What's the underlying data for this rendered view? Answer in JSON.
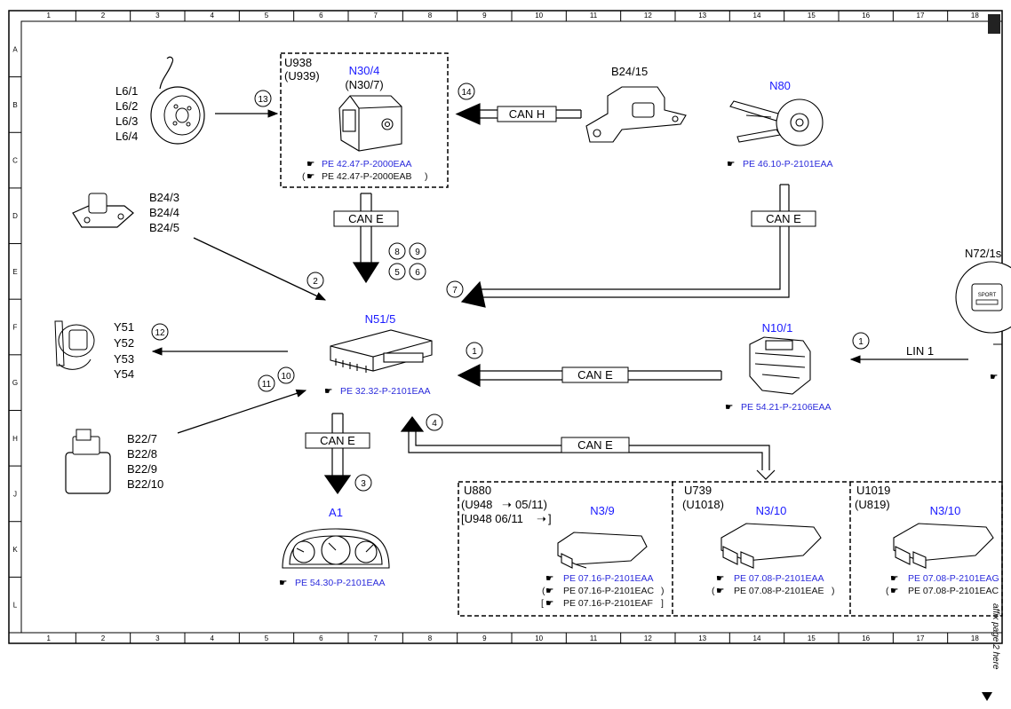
{
  "grid": {
    "columns": [
      "1",
      "2",
      "3",
      "4",
      "5",
      "6",
      "7",
      "8",
      "9",
      "10",
      "11",
      "12",
      "13",
      "14",
      "15",
      "16",
      "17",
      "18"
    ],
    "rows": [
      "A",
      "B",
      "C",
      "D",
      "E",
      "F",
      "G",
      "H",
      "J",
      "K",
      "L"
    ]
  },
  "components": {
    "L6": {
      "labels": [
        "L6/1",
        "L6/2",
        "L6/3",
        "L6/4"
      ]
    },
    "B24_3": {
      "labels": [
        "B24/3",
        "B24/4",
        "B24/5"
      ]
    },
    "Y51": {
      "labels": [
        "Y51",
        "Y52",
        "Y53",
        "Y54"
      ]
    },
    "B22": {
      "labels": [
        "B22/7",
        "B22/8",
        "B22/9",
        "B22/10"
      ]
    },
    "N30": {
      "box_codes": [
        "U938",
        "(U939)"
      ],
      "name": "N30/4",
      "alt": "(N30/7)",
      "refs": [
        "PE 42.47-P-2000EAA",
        "PE 42.47-P-2000EAB"
      ]
    },
    "B24_15": {
      "name": "B24/15"
    },
    "N80": {
      "name": "N80",
      "refs": [
        "PE 46.10-P-2101EAA"
      ]
    },
    "N72": {
      "name": "N72/1s",
      "button_text": "SPORT"
    },
    "N51_5": {
      "name": "N51/5",
      "refs": [
        "PE 32.32-P-2101EAA"
      ]
    },
    "N10_1": {
      "name": "N10/1",
      "refs": [
        "PE 54.21-P-2106EAA"
      ]
    },
    "A1": {
      "name": "A1",
      "refs": [
        "PE 54.30-P-2101EAA"
      ]
    },
    "N3_9": {
      "box_codes": [
        "U880",
        "(U948",
        "05/11)",
        "[U948  06/11",
        "]"
      ],
      "name": "N3/9",
      "refs": [
        "PE 07.16-P-2101EAA",
        "PE 07.16-P-2101EAC",
        "PE 07.16-P-2101EAF"
      ]
    },
    "N3_10a": {
      "box_codes": [
        "U739",
        "(U1018)"
      ],
      "name": "N3/10",
      "refs": [
        "PE 07.08-P-2101EAA",
        "PE 07.08-P-2101EAE"
      ]
    },
    "N3_10b": {
      "box_codes": [
        "U1019",
        "(U819)"
      ],
      "name": "N3/10",
      "refs": [
        "PE 07.08-P-2101EAG",
        "PE 07.08-P-2101EAC"
      ]
    }
  },
  "buses": {
    "can_h": "CAN H",
    "can_e": "CAN E",
    "lin": "LIN 1"
  },
  "signals": [
    "1",
    "2",
    "3",
    "4",
    "5",
    "6",
    "7",
    "8",
    "9",
    "10",
    "11",
    "12",
    "13",
    "14"
  ],
  "footer_note": "affix page 2 here",
  "colors": {
    "accent": "#1a1aff",
    "line": "#000000"
  }
}
